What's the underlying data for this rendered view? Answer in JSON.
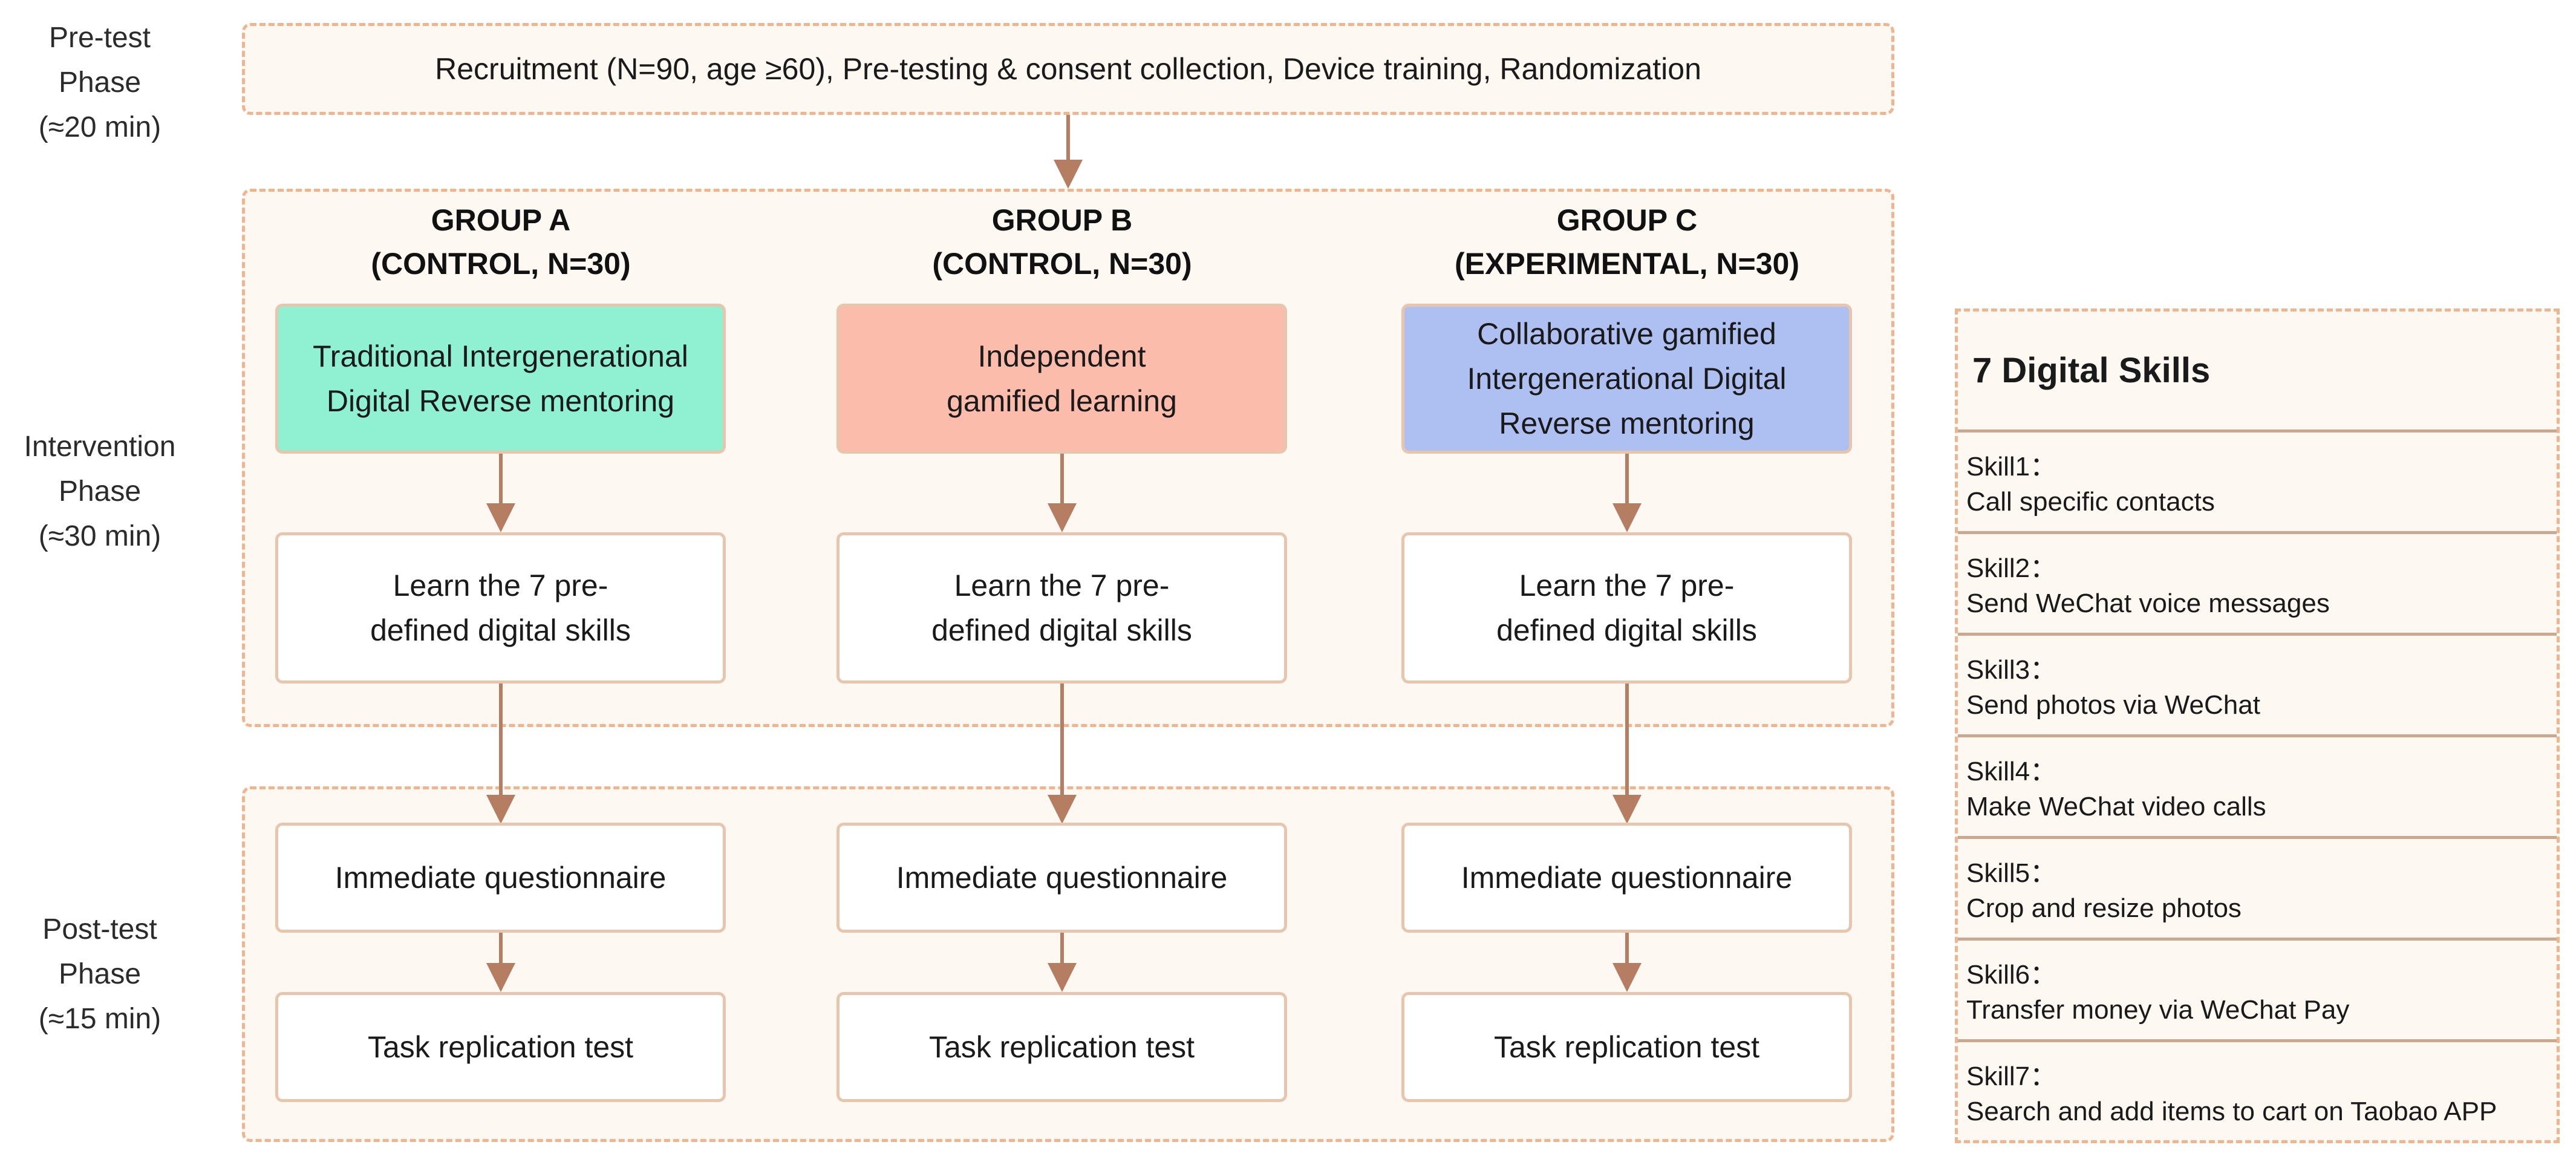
{
  "phases": {
    "pretest": {
      "line1": "Pre-test",
      "line2": "Phase",
      "line3": "(≈20 min)"
    },
    "intervention": {
      "line1": "Intervention",
      "line2": "Phase",
      "line3": "(≈30 min)"
    },
    "posttest": {
      "line1": "Post-test",
      "line2": "Phase",
      "line3": "(≈15 min)"
    }
  },
  "recruitment": "Recruitment (N=90, age ≥60), Pre-testing & consent collection, Device training, Randomization",
  "groups": [
    {
      "title1": "GROUP A",
      "title2": "(CONTROL, N=30)",
      "method_line1": "Traditional Intergenerational",
      "method_line2": "Digital Reverse mentoring",
      "method_line3": "",
      "learn_line1": "Learn the 7 pre-",
      "learn_line2": "defined digital skills",
      "questionnaire": "Immediate questionnaire",
      "test": "Task replication test"
    },
    {
      "title1": "GROUP B",
      "title2": "(CONTROL, N=30)",
      "method_line1": "Independent",
      "method_line2": "gamified learning",
      "method_line3": "",
      "learn_line1": "Learn the 7 pre-",
      "learn_line2": "defined digital skills",
      "questionnaire": "Immediate questionnaire",
      "test": "Task replication test"
    },
    {
      "title1": "GROUP C",
      "title2": "(EXPERIMENTAL, N=30)",
      "method_line1": "Collaborative gamified",
      "method_line2": "Intergenerational Digital",
      "method_line3": "Reverse mentoring",
      "learn_line1": "Learn the 7 pre-",
      "learn_line2": "defined digital skills",
      "questionnaire": "Immediate questionnaire",
      "test": "Task replication test"
    }
  ],
  "skills_panel": {
    "title": "7 Digital Skills",
    "items": [
      {
        "label": "Skill1：",
        "desc": "Call specific contacts"
      },
      {
        "label": "Skill2：",
        "desc": "Send WeChat voice messages"
      },
      {
        "label": "Skill3：",
        "desc": "Send photos via WeChat"
      },
      {
        "label": "Skill4：",
        "desc": "Make WeChat video calls"
      },
      {
        "label": "Skill5：",
        "desc": "Crop and resize photos"
      },
      {
        "label": "Skill6：",
        "desc": "Transfer money via WeChat Pay"
      },
      {
        "label": "Skill7：",
        "desc": "Search and add items to cart on Taobao APP"
      }
    ]
  },
  "colors": {
    "group_a": "#8ff0d2",
    "group_b": "#fbbcab",
    "group_c": "#aebff1",
    "arrow": "#b57d62",
    "dashed_border": "#efb58e"
  }
}
